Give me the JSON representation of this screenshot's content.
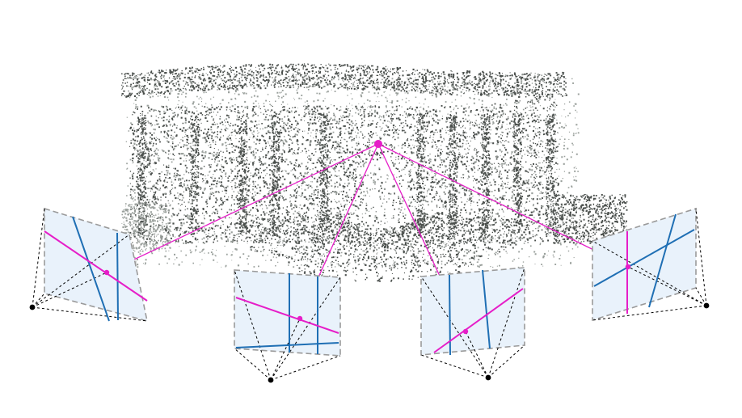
{
  "diagram": {
    "colors": {
      "background": "#ffffff",
      "point_cloud": "#4a4f4c",
      "point_cloud_light": "#9aa09c",
      "image_plane_fill": "#e9f2fb",
      "image_plane_border": "#9a9a9a",
      "camera_frustum": "#000000",
      "camera_center": "#000000",
      "epipolar_line": "#e61ec8",
      "ray": "#e61ec8",
      "image_line": "#1f6fb4",
      "projection_point": "#e61ec8",
      "landmark_point": "#e61ec8"
    },
    "landmark": {
      "name": "3d-point",
      "icon": "magenta-dot"
    },
    "views": [
      {
        "name": "view-1",
        "line_count": 2,
        "epipolar_lines": 1
      },
      {
        "name": "view-2",
        "line_count": 3,
        "epipolar_lines": 1
      },
      {
        "name": "view-3",
        "line_count": 2,
        "epipolar_lines": 1
      },
      {
        "name": "view-4",
        "line_count": 2,
        "epipolar_lines": 1
      }
    ],
    "scene": "stone-building-point-cloud"
  }
}
